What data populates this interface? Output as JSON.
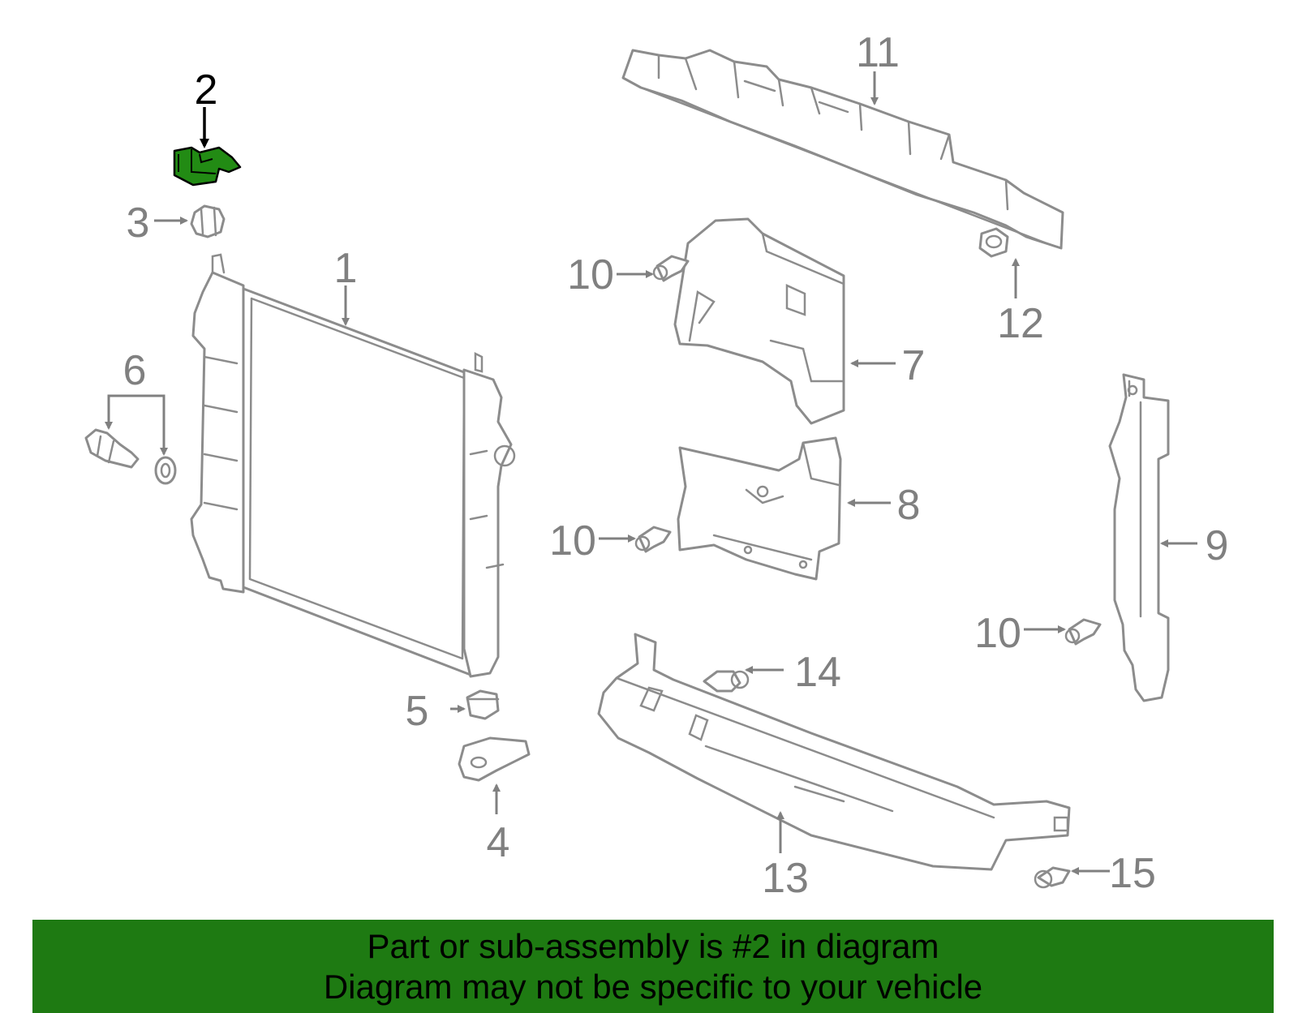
{
  "banner": {
    "line1": "Part or sub-assembly is #2 in diagram",
    "line2": "Diagram may not be specific to your vehicle",
    "background": "#1e7a12"
  },
  "highlight": {
    "part_number": "2",
    "color": "#228b14"
  },
  "callouts": {
    "c1": "1",
    "c2": "2",
    "c3": "3",
    "c4": "4",
    "c5": "5",
    "c6": "6",
    "c7": "7",
    "c8": "8",
    "c9": "9",
    "c10a": "10",
    "c10b": "10",
    "c10c": "10",
    "c11": "11",
    "c12": "12",
    "c13": "13",
    "c14": "14",
    "c15": "15"
  }
}
